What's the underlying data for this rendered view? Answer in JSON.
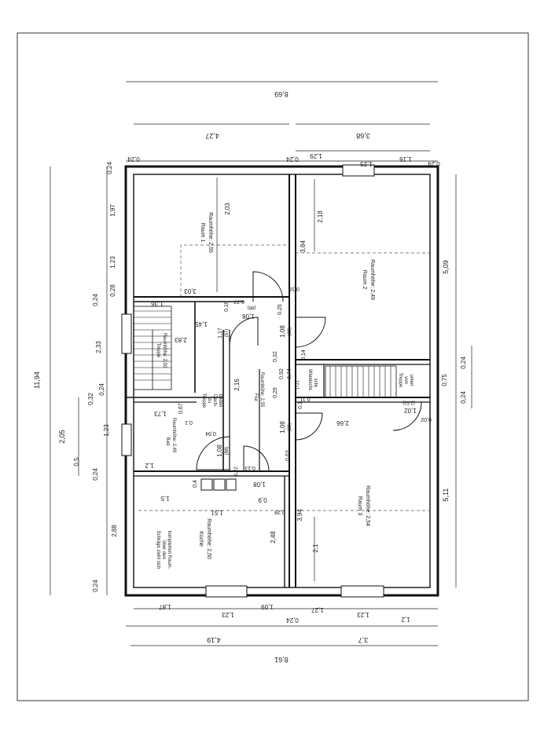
{
  "room_labels": {
    "raum1_name": "Raum 1",
    "raum1_height": "Raumhöhe: 2,55",
    "raum2_name": "Raum 2",
    "raum2_height": "Raumhöhe: 2,49",
    "raum3_name": "Raum 3",
    "raum3_height": "Raumhöhe: 2,54",
    "treppe_name": "Treppe",
    "treppe_height": "Raumhöhe: 2,50",
    "treppe_dach_a": "Treppe",
    "treppe_dach_b": "zu",
    "treppe_dach_c": "Dach-",
    "treppe_dach_d": "boden",
    "flur_name": "Flur",
    "flur_height": "Raumhöhe: 2,55",
    "bad_name": "Bad",
    "bad_height": "Raumhöhe: 2,49",
    "kueche_name": "Küche",
    "kueche_height": "Raumhöhe: 2,50",
    "schraege_a": "Schräge zieht sich",
    "schraege_b": "über den",
    "schraege_c": "kompletten Raum.",
    "treppe_unten_a": "Treppe",
    "treppe_unten_b": "von",
    "treppe_unten_c": "unten",
    "wc_a": "Wandschr.",
    "wc_b": "schr."
  },
  "dims_top": {
    "total": "8,69",
    "left_part": "4,27",
    "right_part": "3,68",
    "w024a": "0,24",
    "w024b": "0,24",
    "w024c": "0,24",
    "d129": "1,29",
    "d123": "1,23",
    "d116": "1,16"
  },
  "dims_bottom": {
    "total": "8,61",
    "left_part": "4,19",
    "right_part": "3,7",
    "d187": "1,87",
    "d123a": "1,23",
    "d109": "1,09",
    "w024": "0,24",
    "d127": "1,27",
    "d123b": "1,23",
    "d12": "1,2"
  },
  "dims_left": {
    "total": "11,94",
    "d205": "2,05",
    "d05": "0,5",
    "w024a": "0,24",
    "d197": "1,97",
    "d123a": "1,23",
    "d028": "0,28",
    "w024b": "0,24",
    "d233": "2,33",
    "w024c": "0,24",
    "d032": "0,32",
    "d123b": "1,23",
    "w024d": "0,24",
    "d288": "2,88",
    "w024e": "0,24"
  },
  "dims_right": {
    "d509": "5,09",
    "d075": "0,75",
    "w024a": "0,24",
    "w024b": "0,24",
    "d511": "5,11"
  },
  "dims_inner": {
    "r1_203": "2,03",
    "r1_303": "3,03",
    "r1_136": "1,36",
    "r1_077": "0,77",
    "r1_016": "0,16",
    "r1_108": "1,08",
    "r1_088": "(88)",
    "st_145": "1,45",
    "st_283": "2,83",
    "st_117": "1,17",
    "st_097": "(97)",
    "fl_216": "2,16",
    "fl_094": "0,94",
    "fl_108": "1,08",
    "fl_088": "(88)",
    "fl_013": "0,13",
    "fl_108b": "1,08",
    "fl_090": "0,9",
    "fl_022": "0,22",
    "bd_173": "1,73",
    "bd_067": "0,67",
    "bd_012": "1,2",
    "bd_01": "0,1",
    "r2_218": "2,18",
    "r2_384": "3,84",
    "r2_016": "0,16",
    "r2_025": "0,25",
    "r2_108": "1,08",
    "r2_088": "(88)",
    "r2_032": "0,32",
    "r2_092": "0,92",
    "r2_074": "0,74",
    "r2_014": "0,14",
    "r2_072": "(72)",
    "r2_029": "0,29",
    "r2_01": "0,1",
    "r2_011": "0,11",
    "tr_102": "1,02",
    "tr_002": "0,02",
    "tr_252": "(2,52)",
    "r3_266": "2,66",
    "r3_108": "1,08",
    "r3_088": "(88)",
    "r3_063": "0,63",
    "r3_394": "3,94",
    "r3_21": "2,1",
    "r3_028": "0,28",
    "k_15": "1,5",
    "k_151": "1,51",
    "k_248": "2,48",
    "k_04": "0,4"
  }
}
